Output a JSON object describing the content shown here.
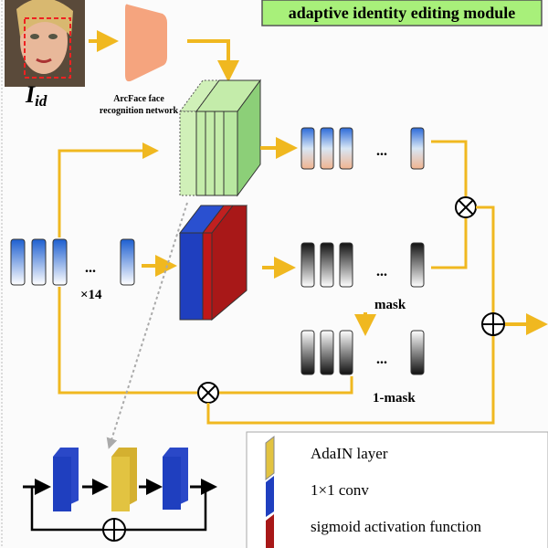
{
  "title": "adaptive identity editing module",
  "input_label": "I",
  "input_label_sub": "id",
  "arcface_label": [
    "ArcFace face",
    "recognition network"
  ],
  "dots": "...",
  "repeat_label": "×14",
  "mask_label": "mask",
  "inverse_mask_label": "1-mask",
  "legend": [
    {
      "label": "AdaIN layer",
      "color": "#e2c341"
    },
    {
      "label": "1×1 conv",
      "color": "#1f3fbf"
    },
    {
      "label": "sigmoid activation function",
      "color": "#a81818"
    }
  ],
  "colors": {
    "arrow": "#f0b820",
    "title_bg": "#a8f07a",
    "green_block": "#b8e8a0",
    "network": "#f5a47e"
  }
}
